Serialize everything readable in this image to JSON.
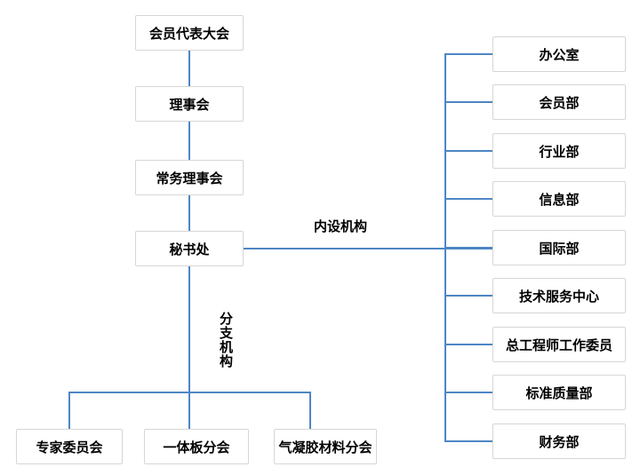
{
  "colors": {
    "line_blue": "#4e86c4",
    "box_border": "#d6d6d6",
    "text": "#000000",
    "background": "#ffffff"
  },
  "org_chart": {
    "main_chain": [
      "会员代表大会",
      "理事会",
      "常务理事会",
      "秘书处"
    ],
    "internal_label": "内设机构",
    "internal_departments": [
      "办公室",
      "会员部",
      "行业部",
      "信息部",
      "国际部",
      "技术服务中心",
      "总工程师工作委员",
      "标准质量部",
      "财务部"
    ],
    "branch_label": "分支机构",
    "branch_organizations": [
      "专家委员会",
      "一体板分会",
      "气凝胶材料分会"
    ]
  }
}
